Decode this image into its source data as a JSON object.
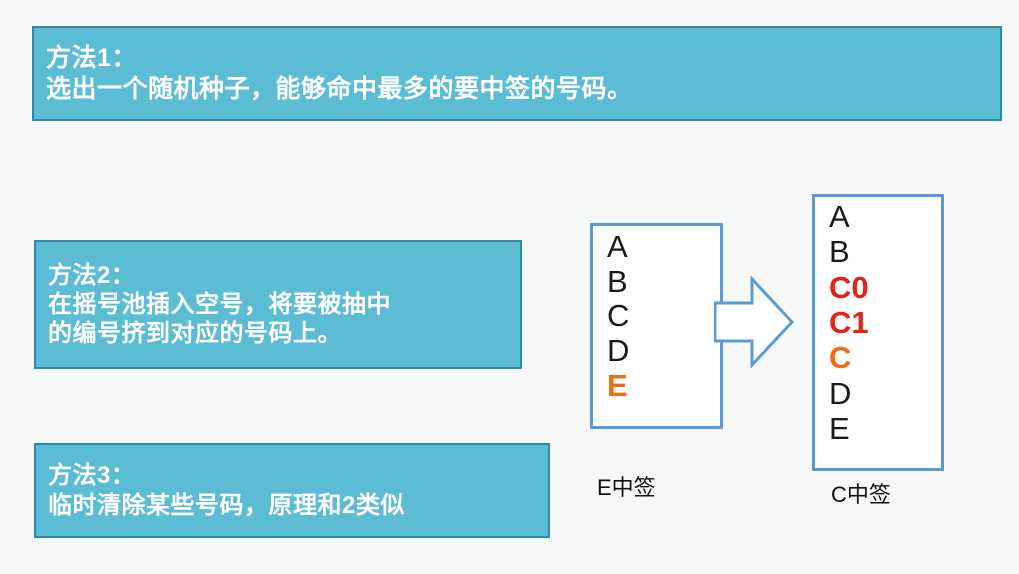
{
  "slide": {
    "background_color": "#f7f8f8",
    "accent_teal": "#5bbcd4",
    "accent_blue": "#5b9bd5",
    "highlight_orange": "#ee6c16",
    "highlight_red": "#e0241a"
  },
  "methods": [
    {
      "title": "方法1：",
      "body": "选出一个随机种子，能够命中最多的要中签的号码。"
    },
    {
      "title": "方法2：",
      "body_line1": "在摇号池插入空号，将要被抽中",
      "body_line2": "的编号挤到对应的号码上。"
    },
    {
      "title": "方法3：",
      "body": "临时清除某些号码，原理和2类似"
    }
  ],
  "diagram": {
    "arrow_icon": "right-block-arrow-icon",
    "before": {
      "items": [
        {
          "label": "A",
          "style": "normal"
        },
        {
          "label": "B",
          "style": "normal"
        },
        {
          "label": "C",
          "style": "normal"
        },
        {
          "label": "D",
          "style": "normal"
        },
        {
          "label": "E",
          "style": "hit"
        }
      ],
      "caption": "E中签"
    },
    "after": {
      "items": [
        {
          "label": "A",
          "style": "normal"
        },
        {
          "label": "B",
          "style": "normal"
        },
        {
          "label": "C0",
          "style": "inserted"
        },
        {
          "label": "C1",
          "style": "inserted"
        },
        {
          "label": "C",
          "style": "hit"
        },
        {
          "label": "D",
          "style": "normal"
        },
        {
          "label": "E",
          "style": "normal"
        }
      ],
      "caption": "C中签"
    }
  }
}
